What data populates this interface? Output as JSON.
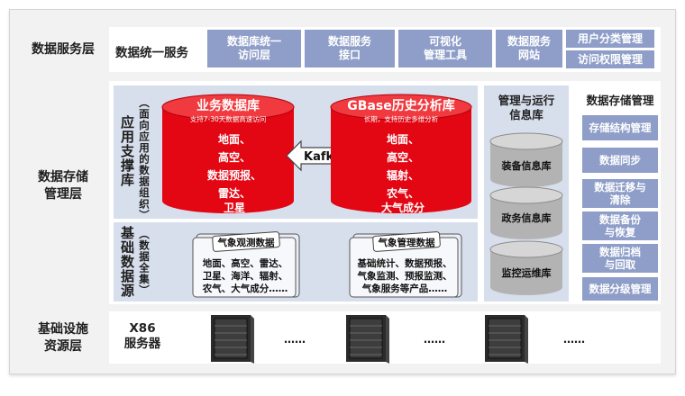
{
  "layers": {
    "service": "数据服务层",
    "storage": [
      "数据存储",
      "管理层"
    ],
    "infra": [
      "基础设施",
      "资源层"
    ]
  },
  "service": {
    "unified": "数据统一服务",
    "boxes": [
      [
        "数据库统一",
        "访问层"
      ],
      [
        "数据服务",
        "接口"
      ],
      [
        "可视化",
        "管理工具"
      ],
      [
        "数据服务",
        "网站"
      ]
    ],
    "right": [
      "用户分类管理",
      "访问权限管理"
    ]
  },
  "app_support": {
    "title": "应用支撑库",
    "sub": "（面向应用的数据组织）",
    "biz_db": {
      "title": "业务数据库",
      "subtitle": "支持7-30天数据高速访问",
      "items": [
        "地面、",
        "高空、",
        "数据预报、",
        "雷达、",
        "卫星"
      ]
    },
    "gbase_db": {
      "title": "GBase历史分析库",
      "subtitle": "长期，支持历史多维分析",
      "items": [
        "地面、",
        "高空、",
        "辐射、",
        "农气、",
        "大气成分"
      ]
    },
    "kafka": "Kafka"
  },
  "base_source": {
    "title": "基础数据源",
    "sub": "（数据全集）",
    "obs": {
      "tag": "气象观测数据",
      "lines": [
        "地面、高空、雷达、",
        "卫星、海洋、辐射、",
        "农气、大气成分……"
      ]
    },
    "mgmt": {
      "tag": "气象管理数据",
      "lines": [
        "基础统计、数据预报、",
        "气象监测、预报监测、",
        "气象服务等产品……"
      ]
    }
  },
  "ops": {
    "title": [
      "管理与运行",
      "信息库"
    ],
    "dbs": [
      "装备信息库",
      "政务信息库",
      "监控运维库"
    ]
  },
  "storage_mgmt": {
    "title": "数据存储管理",
    "items": [
      [
        "存储结构管理"
      ],
      [
        "数据同步"
      ],
      [
        "数据迁移与",
        "清除"
      ],
      [
        "数据备份",
        "与恢复"
      ],
      [
        "数据归档",
        "与回取"
      ],
      [
        "数据分级管理"
      ]
    ]
  },
  "infra": {
    "x86": [
      "X86",
      "服务器"
    ],
    "dots": "……"
  },
  "colors": {
    "accent_blue": "#8e9ec8",
    "db_red": "#e30613",
    "pane": "#d7deec",
    "frame_bg": "#f2f2f2"
  }
}
